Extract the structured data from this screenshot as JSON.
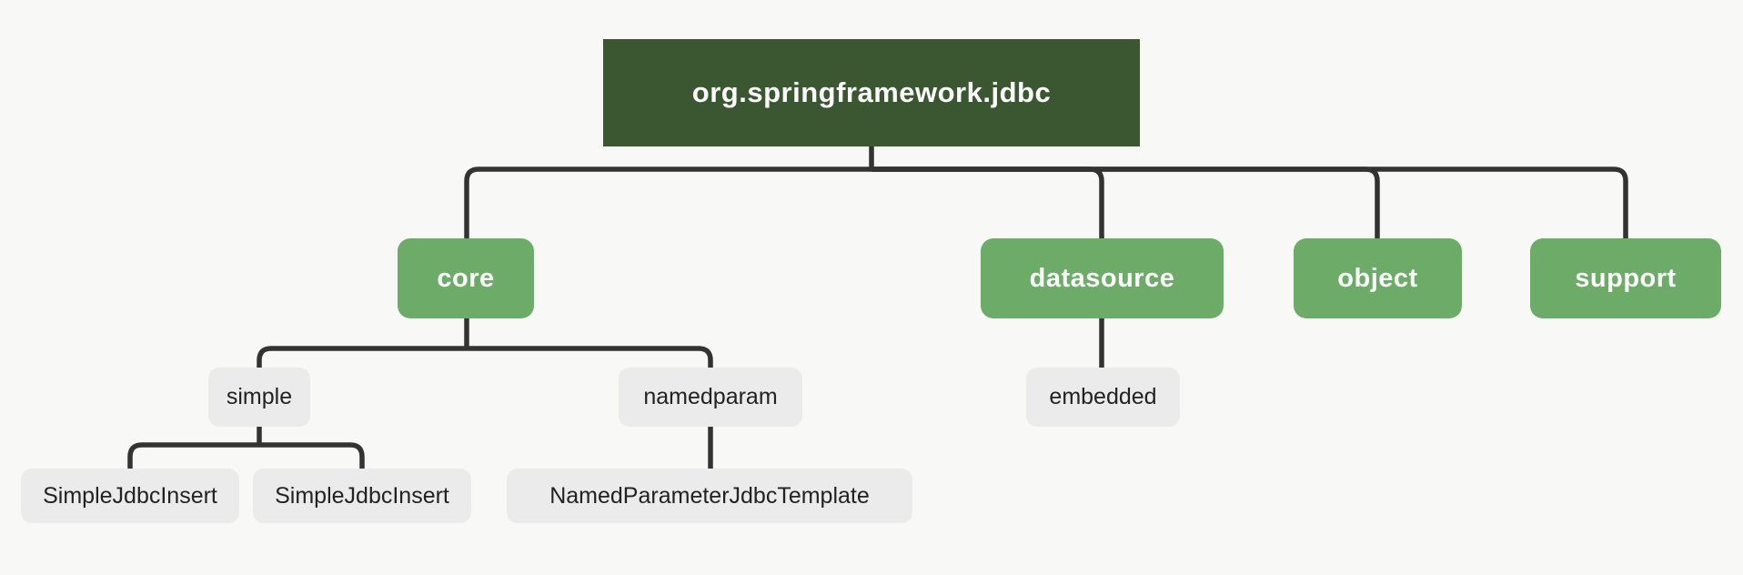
{
  "diagram": {
    "type": "package-hierarchy-tree",
    "colors": {
      "background": "#f8f8f7",
      "root_bg": "#3a5731",
      "package_bg": "#6dab69",
      "leaf_bg": "#ebebeb",
      "connector": "#333333",
      "text_light": "#fcfcfc",
      "text_dark": "#222222"
    },
    "tree": {
      "label": "org.springframework.jdbc",
      "children": [
        {
          "label": "core",
          "children": [
            {
              "label": "simple",
              "children": [
                {
                  "label": "SimpleJdbcInsert"
                },
                {
                  "label": "SimpleJdbcInsert"
                }
              ]
            },
            {
              "label": "namedparam",
              "children": [
                {
                  "label": "NamedParameterJdbcTemplate"
                }
              ]
            }
          ]
        },
        {
          "label": "datasource",
          "children": [
            {
              "label": "embedded"
            }
          ]
        },
        {
          "label": "object"
        },
        {
          "label": "support"
        }
      ]
    }
  }
}
